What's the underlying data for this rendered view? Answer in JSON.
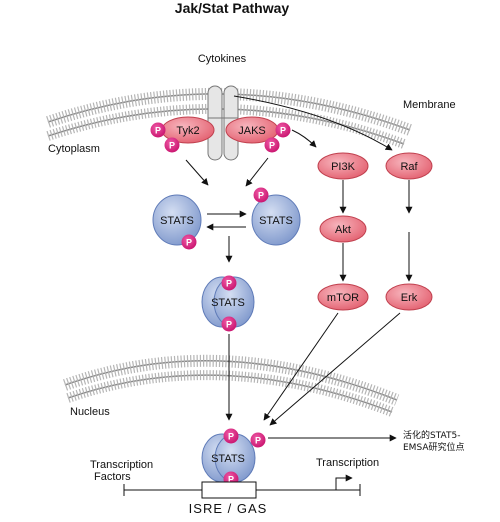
{
  "title": "Jak/Stat Pathway",
  "labels": {
    "cytokines": "Cytokines",
    "membrane": "Membrane",
    "cytoplasm": "Cytoplasm",
    "nucleus": "Nucleus",
    "transcription_factors_1": "Transcription",
    "transcription_factors_2": "Factors",
    "transcription": "Transcription",
    "promoter": "ISRE / GAS",
    "site_note_1": "活化的STAT5-",
    "site_note_2": "EMSA研究位点"
  },
  "kinases": {
    "tyk2": "Tyk2",
    "jaks": "JAKS"
  },
  "cascade": {
    "pi3k": "PI3K",
    "akt": "Akt",
    "mtor": "mTOR",
    "raf": "Raf",
    "erk": "Erk"
  },
  "stats_label": "STATS",
  "phospho_label": "P",
  "colors": {
    "kinase_fill": "#e96a78",
    "kinase_stroke": "#c0404e",
    "phospho_fill": "#d81b7c",
    "stat_fill": "#8ea6d6",
    "stat_stroke": "#5f7bb8",
    "receptor_fill": "#e4e4e4",
    "membrane_line": "#888888"
  }
}
